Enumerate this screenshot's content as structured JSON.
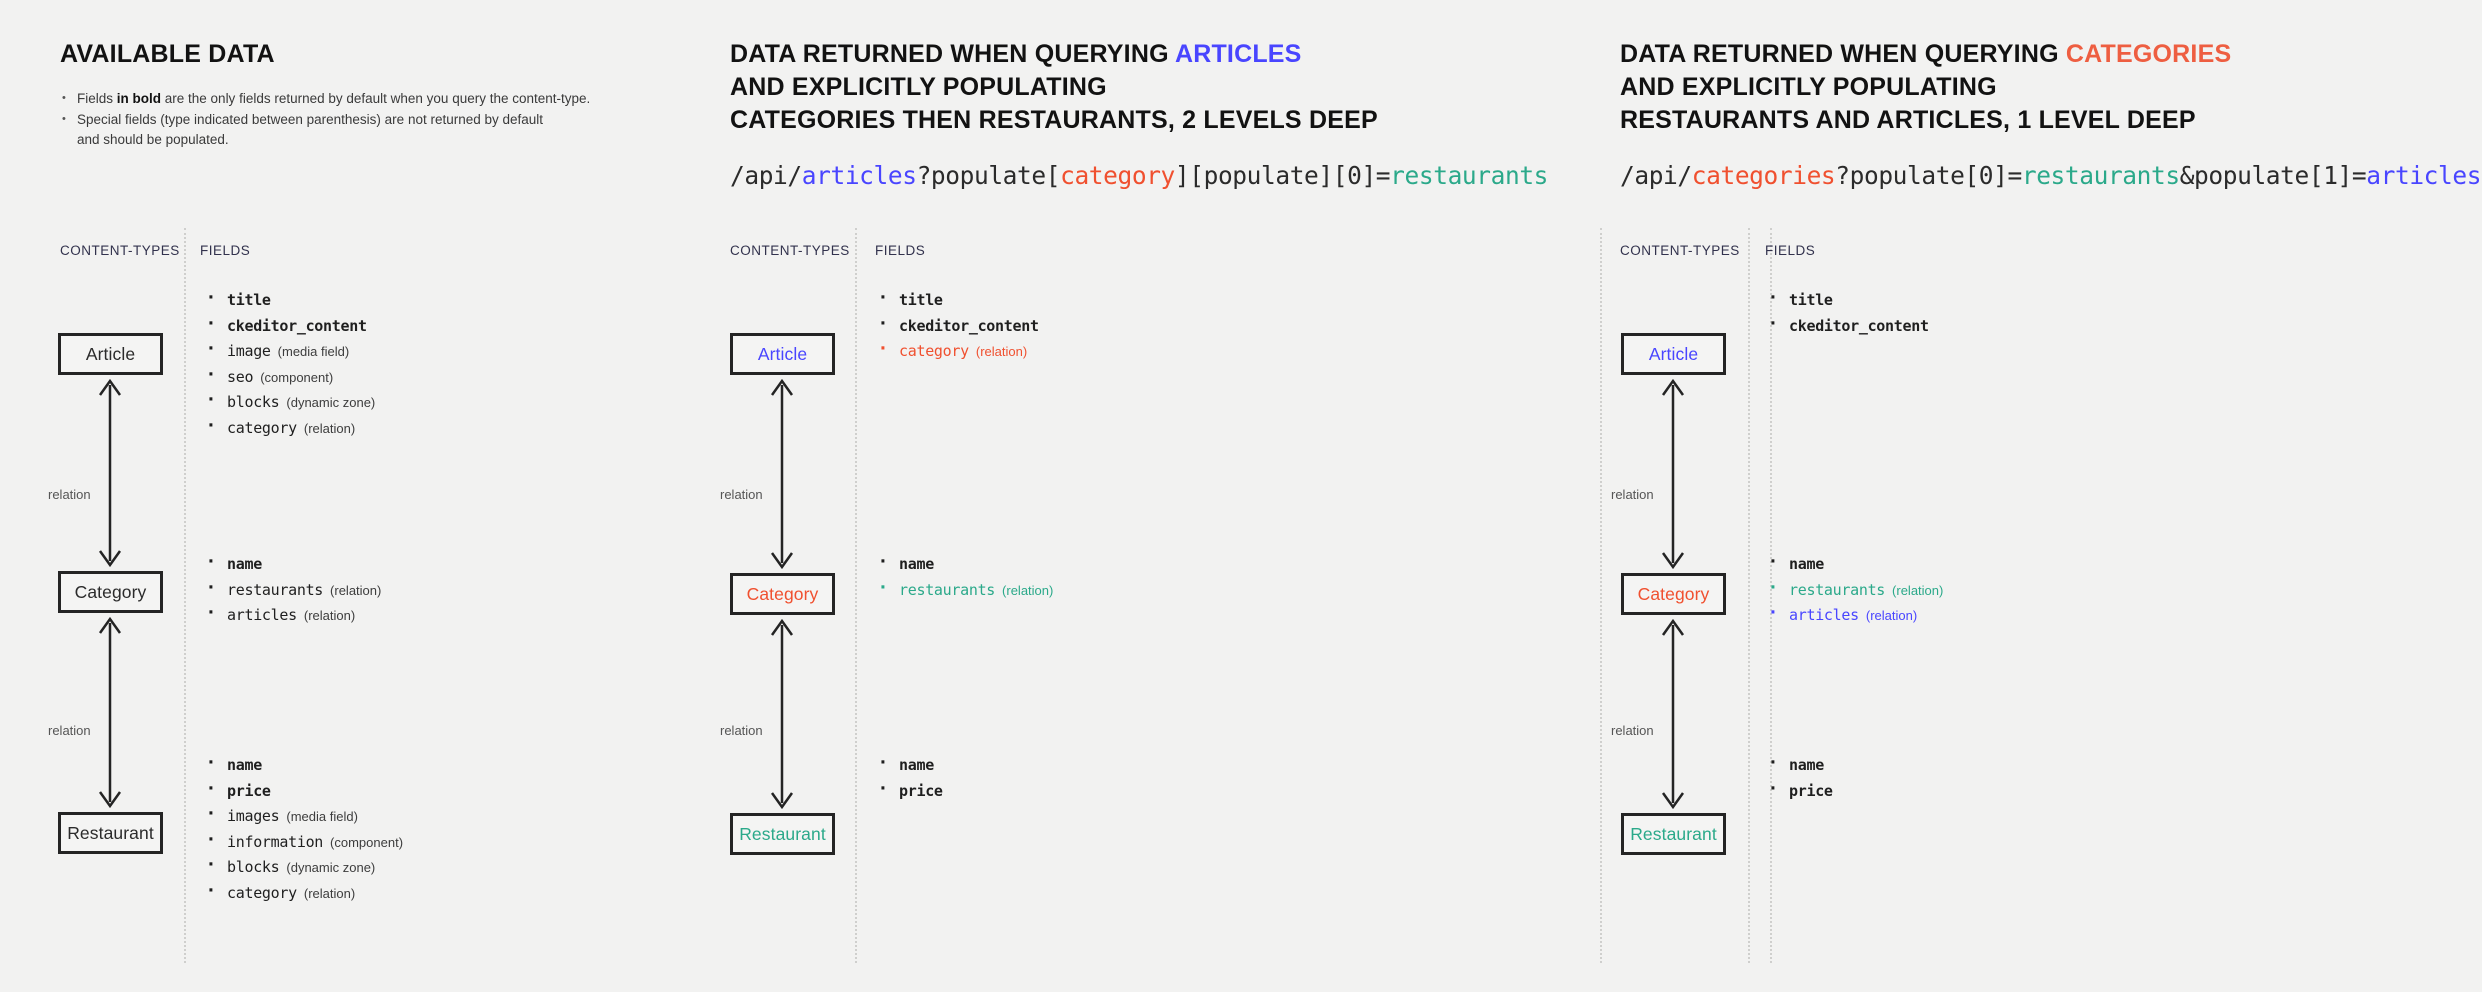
{
  "meta": {
    "background": "#f2f2f1",
    "accent_blue": "#4945ff",
    "accent_red": "#f0502f",
    "accent_green": "#2ba98a"
  },
  "panels": [
    {
      "id": "available-data",
      "title_parts": [
        {
          "text": "AVAILABLE DATA",
          "color": "default"
        }
      ],
      "notes": [
        {
          "pre": "Fields ",
          "bold": "in bold",
          "post": " are the only fields returned by default when you query the content-type."
        },
        {
          "pre": "Special fields (type indicated between parenthesis) are not returned by default",
          "bold": "",
          "post": ""
        },
        {
          "pre": "and should be populated.",
          "bold": "",
          "post": ""
        }
      ],
      "api_path": [],
      "col_labels": {
        "content_types": "CONTENT-TYPES",
        "fields": "FIELDS"
      },
      "relation_label": "relation",
      "nodes": [
        {
          "name": "Article",
          "color": "default",
          "fields": [
            {
              "name": "title",
              "type": "",
              "bold": true,
              "color": "default"
            },
            {
              "name": "ckeditor_content",
              "type": "",
              "bold": true,
              "color": "default"
            },
            {
              "name": "image",
              "type": "(media field)",
              "bold": false,
              "color": "default"
            },
            {
              "name": "seo",
              "type": "(component)",
              "bold": false,
              "color": "default"
            },
            {
              "name": "blocks",
              "type": "(dynamic zone)",
              "bold": false,
              "color": "default"
            },
            {
              "name": "category",
              "type": "(relation)",
              "bold": false,
              "color": "default"
            }
          ]
        },
        {
          "name": "Category",
          "color": "default",
          "fields": [
            {
              "name": "name",
              "type": "",
              "bold": true,
              "color": "default"
            },
            {
              "name": "restaurants",
              "type": "(relation)",
              "bold": false,
              "color": "default"
            },
            {
              "name": "articles",
              "type": "(relation)",
              "bold": false,
              "color": "default"
            }
          ]
        },
        {
          "name": "Restaurant",
          "color": "default",
          "fields": [
            {
              "name": "name",
              "type": "",
              "bold": true,
              "color": "default"
            },
            {
              "name": "price",
              "type": "",
              "bold": true,
              "color": "default"
            },
            {
              "name": "images",
              "type": "(media field)",
              "bold": false,
              "color": "default"
            },
            {
              "name": "information",
              "type": "(component)",
              "bold": false,
              "color": "default"
            },
            {
              "name": "blocks",
              "type": "(dynamic zone)",
              "bold": false,
              "color": "default"
            },
            {
              "name": "category",
              "type": "(relation)",
              "bold": false,
              "color": "default"
            }
          ]
        }
      ]
    },
    {
      "id": "query-articles",
      "title_parts": [
        {
          "text": "DATA RETURNED WHEN QUERYING ",
          "color": "default"
        },
        {
          "text": "ARTICLES",
          "color": "blue"
        },
        {
          "text": "\nAND EXPLICITLY POPULATING\nCATEGORIES THEN RESTAURANTS, 2 LEVELS DEEP",
          "color": "default"
        }
      ],
      "title_lines": [
        [
          {
            "text": "DATA RETURNED WHEN QUERYING ",
            "color": "default"
          },
          {
            "text": "ARTICLES",
            "color": "blue"
          }
        ],
        [
          {
            "text": "AND EXPLICITLY POPULATING",
            "color": "default"
          }
        ],
        [
          {
            "text": "CATEGORIES THEN RESTAURANTS, 2 LEVELS DEEP",
            "color": "default"
          }
        ]
      ],
      "notes": [],
      "api_path": [
        {
          "text": "/api/",
          "color": "default"
        },
        {
          "text": "articles",
          "color": "blue"
        },
        {
          "text": "?populate[",
          "color": "default"
        },
        {
          "text": "category",
          "color": "red"
        },
        {
          "text": "][populate][0]=",
          "color": "default"
        },
        {
          "text": "restaurants",
          "color": "green"
        }
      ],
      "col_labels": {
        "content_types": "CONTENT-TYPES",
        "fields": "FIELDS"
      },
      "relation_label": "relation",
      "nodes": [
        {
          "name": "Article",
          "color": "blue",
          "fields": [
            {
              "name": "title",
              "type": "",
              "bold": true,
              "color": "default"
            },
            {
              "name": "ckeditor_content",
              "type": "",
              "bold": true,
              "color": "default"
            },
            {
              "name": "category",
              "type": "(relation)",
              "bold": false,
              "color": "red"
            }
          ]
        },
        {
          "name": "Category",
          "color": "red",
          "fields": [
            {
              "name": "name",
              "type": "",
              "bold": true,
              "color": "default"
            },
            {
              "name": "restaurants",
              "type": "(relation)",
              "bold": false,
              "color": "green"
            }
          ]
        },
        {
          "name": "Restaurant",
          "color": "green",
          "fields": [
            {
              "name": "name",
              "type": "",
              "bold": true,
              "color": "default"
            },
            {
              "name": "price",
              "type": "",
              "bold": true,
              "color": "default"
            }
          ]
        }
      ]
    },
    {
      "id": "query-categories",
      "title_lines": [
        [
          {
            "text": "DATA RETURNED WHEN QUERYING ",
            "color": "default"
          },
          {
            "text": "CATEGORIES",
            "color": "red"
          }
        ],
        [
          {
            "text": "AND EXPLICITLY POPULATING",
            "color": "default"
          }
        ],
        [
          {
            "text": "RESTAURANTS AND ARTICLES, 1 LEVEL DEEP",
            "color": "default"
          }
        ]
      ],
      "notes": [],
      "api_path": [
        {
          "text": "/api/",
          "color": "default"
        },
        {
          "text": "categories",
          "color": "red"
        },
        {
          "text": "?populate[0]=",
          "color": "default"
        },
        {
          "text": "restaurants",
          "color": "green"
        },
        {
          "text": "&populate[1]=",
          "color": "default"
        },
        {
          "text": "articles",
          "color": "blue"
        }
      ],
      "col_labels": {
        "content_types": "CONTENT-TYPES",
        "fields": "FIELDS"
      },
      "relation_label": "relation",
      "nodes": [
        {
          "name": "Article",
          "color": "blue",
          "fields": [
            {
              "name": "title",
              "type": "",
              "bold": true,
              "color": "default"
            },
            {
              "name": "ckeditor_content",
              "type": "",
              "bold": true,
              "color": "default"
            }
          ]
        },
        {
          "name": "Category",
          "color": "red",
          "fields": [
            {
              "name": "name",
              "type": "",
              "bold": true,
              "color": "default"
            },
            {
              "name": "restaurants",
              "type": "(relation)",
              "bold": false,
              "color": "green"
            },
            {
              "name": "articles",
              "type": "(relation)",
              "bold": false,
              "color": "blue"
            }
          ]
        },
        {
          "name": "Restaurant",
          "color": "green",
          "fields": [
            {
              "name": "name",
              "type": "",
              "bold": true,
              "color": "default"
            },
            {
              "name": "price",
              "type": "",
              "bold": true,
              "color": "default"
            }
          ]
        }
      ]
    }
  ]
}
